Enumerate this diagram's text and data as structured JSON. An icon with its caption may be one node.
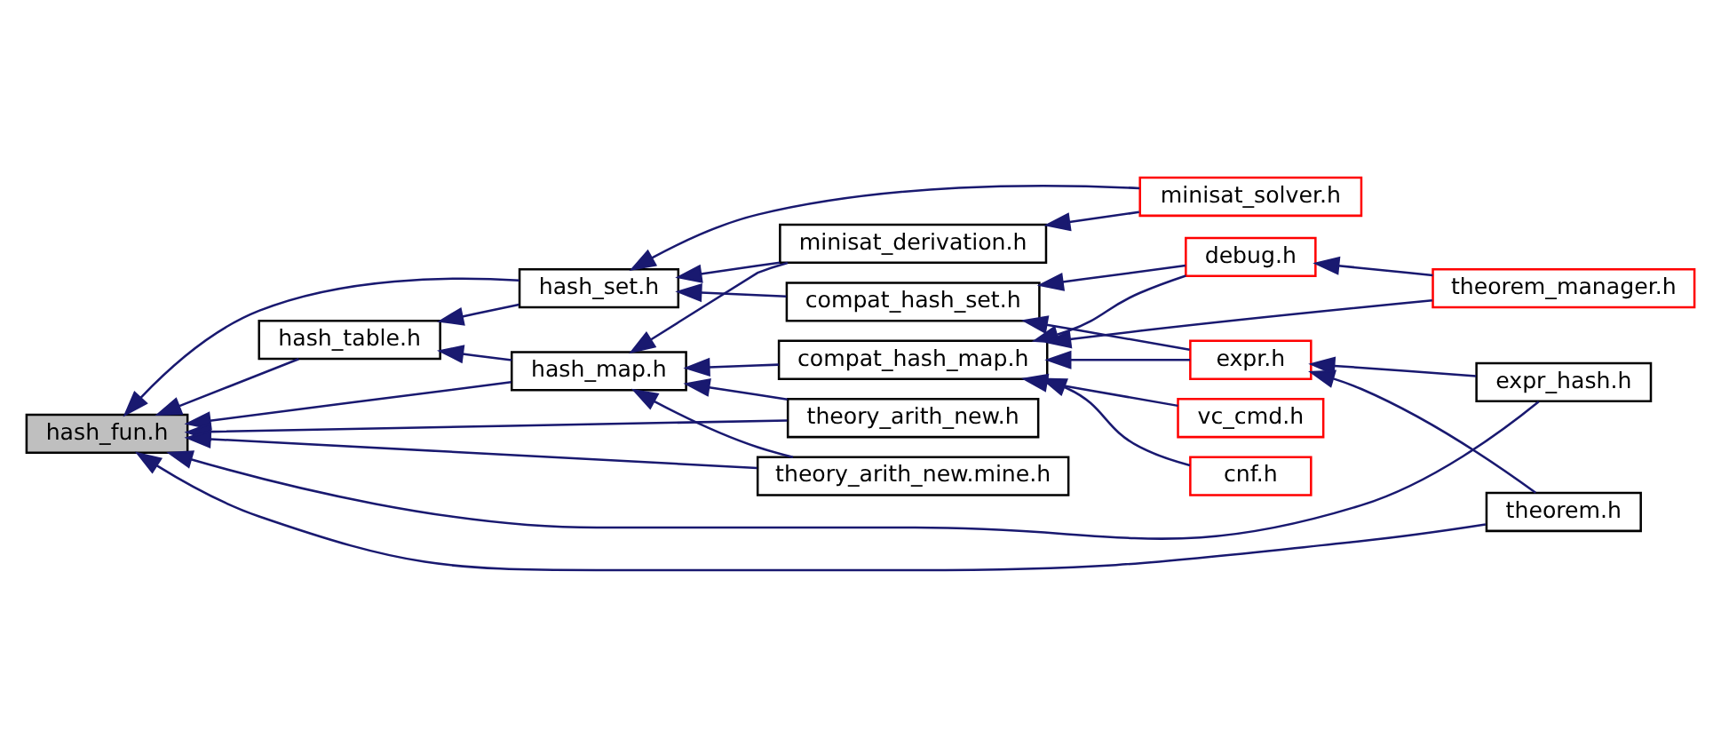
{
  "diagram": {
    "nodes": [
      {
        "text": [
          "hash_fun.h"
        ]
      },
      {
        "text": [
          "hash_table.h"
        ]
      },
      {
        "text": [
          "hash_set.h"
        ]
      },
      {
        "text": [
          "hash_map.h"
        ]
      },
      {
        "text": [
          "minisat_derivation.h"
        ]
      },
      {
        "text": [
          "compat_hash_set.h"
        ]
      },
      {
        "text": [
          "compat_hash_map.h"
        ]
      },
      {
        "text": [
          "theory_arith_new.h"
        ]
      },
      {
        "text": [
          "theory_arith_new.mine.h"
        ]
      },
      {
        "text": [
          "minisat_solver.h"
        ]
      },
      {
        "text": [
          "expr.h"
        ]
      },
      {
        "text": [
          "debug.h"
        ]
      },
      {
        "text": [
          "vc_cmd.h"
        ]
      },
      {
        "text": [
          "cnf.h"
        ]
      },
      {
        "text": [
          "expr_hash.h"
        ]
      },
      {
        "text": [
          "theorem.h"
        ]
      },
      {
        "text": [
          "theorem_manager.h"
        ]
      }
    ],
    "edges": [
      {
        "from": 1,
        "to": 0,
        "arrow": "to"
      },
      {
        "from": 2,
        "to": 0,
        "arrow": "to"
      },
      {
        "from": 3,
        "to": 0,
        "arrow": "to"
      },
      {
        "from": 14,
        "to": 0,
        "arrow": "to"
      },
      {
        "from": 7,
        "to": 0,
        "arrow": "to"
      },
      {
        "from": 8,
        "to": 0,
        "arrow": "to"
      },
      {
        "from": 15,
        "to": 0,
        "arrow": "to"
      },
      {
        "from": 2,
        "to": 1,
        "arrow": "to"
      },
      {
        "from": 3,
        "to": 1,
        "arrow": "to"
      },
      {
        "from": 4,
        "to": 2,
        "arrow": "to"
      },
      {
        "from": 5,
        "to": 2,
        "arrow": "to"
      },
      {
        "from": 9,
        "to": 2,
        "arrow": "to"
      },
      {
        "from": 4,
        "to": 3,
        "arrow": "to"
      },
      {
        "from": 6,
        "to": 3,
        "arrow": "to"
      },
      {
        "from": 7,
        "to": 3,
        "arrow": "to"
      },
      {
        "from": 8,
        "to": 3,
        "arrow": "to"
      },
      {
        "from": 9,
        "to": 4,
        "arrow": "to"
      },
      {
        "from": 10,
        "to": 5,
        "arrow": "to"
      },
      {
        "from": 11,
        "to": 5,
        "arrow": "to"
      },
      {
        "from": 10,
        "to": 6,
        "arrow": "to"
      },
      {
        "from": 11,
        "to": 6,
        "arrow": "to"
      },
      {
        "from": 16,
        "to": 6,
        "arrow": "to"
      },
      {
        "from": 12,
        "to": 6,
        "arrow": "to"
      },
      {
        "from": 13,
        "to": 6,
        "arrow": "to"
      },
      {
        "from": 14,
        "to": 10,
        "arrow": "to"
      },
      {
        "from": 15,
        "to": 10,
        "arrow": "to"
      },
      {
        "from": 16,
        "to": 11,
        "arrow": "to"
      }
    ]
  }
}
